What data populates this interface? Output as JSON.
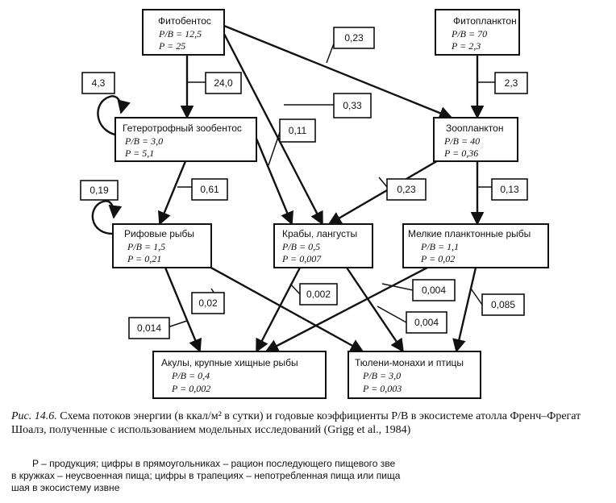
{
  "boxes": [
    {
      "id": "phytobenthos",
      "title": "Фитобентос",
      "pb": "P/B = 12,5",
      "p": "P = 25"
    },
    {
      "id": "phytoplankton",
      "title": "Фитопланктон",
      "pb": "P/B = 70",
      "p": "P = 2,3"
    },
    {
      "id": "zoobenthos",
      "title": "Гетеротрофный зообентос",
      "pb": "P/B = 3,0",
      "p": "P = 5,1"
    },
    {
      "id": "zooplankton",
      "title": "Зоопланктон",
      "pb": "P/B = 40",
      "p": "P = 0,36"
    },
    {
      "id": "reef_fish",
      "title": "Рифовые рыбы",
      "pb": "P/B = 1,5",
      "p": "P = 0,21"
    },
    {
      "id": "crabs",
      "title": "Крабы, лангусты",
      "pb": "P/B = 0,5",
      "p": "P = 0,007"
    },
    {
      "id": "plankton_fish",
      "title": "Мелкие планктонные рыбы",
      "pb": "P/B = 1,1",
      "p": "P = 0,02"
    },
    {
      "id": "sharks",
      "title": "Акулы, крупные хищные рыбы",
      "pb": "P/B = 0,4",
      "p": "P = 0,002"
    },
    {
      "id": "seals",
      "title": "Тюлени-монахи и птицы",
      "pb": "P/B = 3,0",
      "p": "P = 0,003"
    }
  ],
  "flow_labels": [
    {
      "id": "l_023_top",
      "text": "0,23"
    },
    {
      "id": "l_43",
      "text": "4,3"
    },
    {
      "id": "l_240",
      "text": "24,0"
    },
    {
      "id": "l_23",
      "text": "2,3"
    },
    {
      "id": "l_033",
      "text": "0,33"
    },
    {
      "id": "l_011",
      "text": "0,11"
    },
    {
      "id": "l_019",
      "text": "0,19"
    },
    {
      "id": "l_061",
      "text": "0,61"
    },
    {
      "id": "l_023_mid",
      "text": "0,23"
    },
    {
      "id": "l_013",
      "text": "0,13"
    },
    {
      "id": "l_002",
      "text": "0,02"
    },
    {
      "id": "l_0002",
      "text": "0,002"
    },
    {
      "id": "l_0004_a",
      "text": "0,004"
    },
    {
      "id": "l_0085",
      "text": "0,085"
    },
    {
      "id": "l_0014",
      "text": "0,014"
    },
    {
      "id": "l_0004_b",
      "text": "0,004"
    }
  ],
  "caption": {
    "figure": "Рис. 14.6.",
    "text": "Схема потоков энергии (в ккал/м² в сутки) и годовые коэффициенты P/B в экосистеме атолла Френч–Фрегат Шоалз, полученные с использованием модельных исследований (Grigg et al., 1984)"
  },
  "note": {
    "line1": "P – продукция; цифры в прямоугольниках – рацион последующего пищевого зве",
    "line2": "в кружках – неусвоенная пища; цифры в трапециях – непотребленная пища или пища",
    "line3": "шая в экосистему извне"
  }
}
